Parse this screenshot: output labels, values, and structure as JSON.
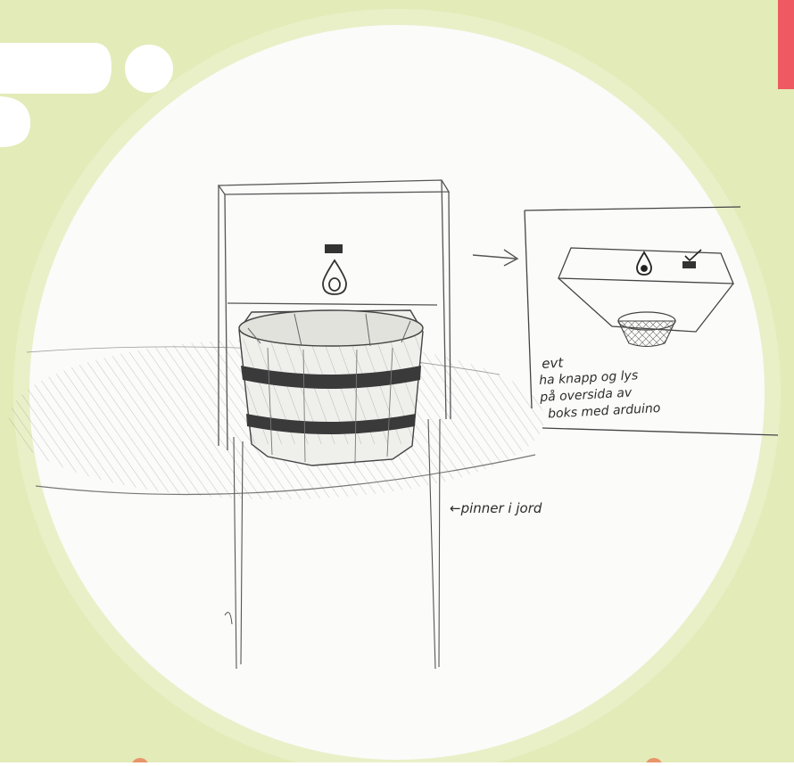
{
  "colors": {
    "background": "#e3ebb8",
    "outer_ring": "#e9f0c8",
    "paper": "#fbfbfa",
    "pencil": "#4a4a4a",
    "wood_band": "#2f2f2f",
    "accent_red": "#ee5962",
    "accent_orange": "#e8956a",
    "cloud": "#ffffff"
  },
  "icons": [
    "water-drop-icon",
    "check-box-icon",
    "arrow-right-icon",
    "arrow-left-icon"
  ],
  "annotations": {
    "note_line_1": "evt",
    "note_line_2": "ha knapp og lys",
    "note_line_3": "på oversida av",
    "note_line_4": "boks med arduino",
    "legs_note": "←pinner i jord"
  }
}
